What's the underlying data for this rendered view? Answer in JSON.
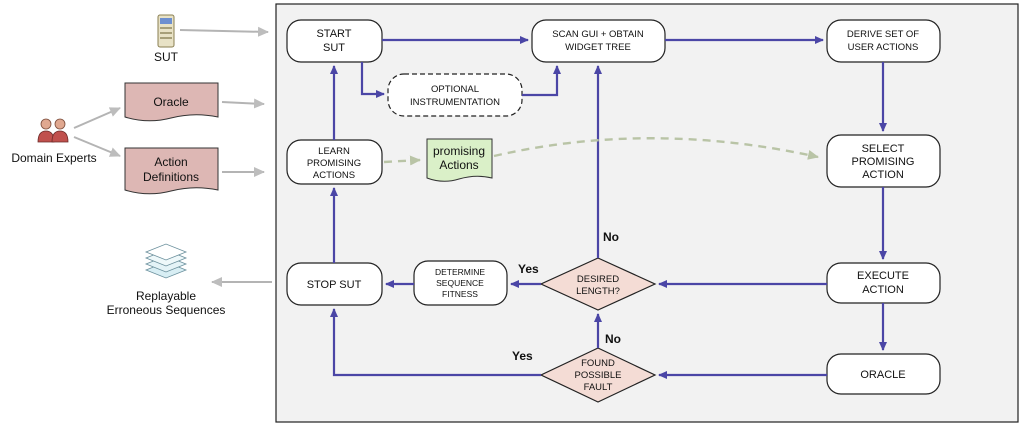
{
  "nodes": {
    "start_sut": [
      "START",
      "SUT"
    ],
    "scan_gui": [
      "SCAN GUI + OBTAIN",
      "WIDGET TREE"
    ],
    "derive_actions": [
      "DERIVE SET OF",
      "USER ACTIONS"
    ],
    "optional_instrumentation": [
      "OPTIONAL",
      "INSTRUMENTATION"
    ],
    "learn_promising": [
      "LEARN",
      "PROMISING",
      "ACTIONS"
    ],
    "select_promising": [
      "SELECT",
      "PROMISING",
      "ACTION"
    ],
    "stop_sut": [
      "STOP SUT"
    ],
    "determine_fitness": [
      "DETERMINE",
      "SEQUENCE",
      "FITNESS"
    ],
    "desired_length": [
      "DESIRED",
      "LENGTH?"
    ],
    "execute_action": [
      "EXECUTE",
      "ACTION"
    ],
    "found_fault": [
      "FOUND",
      "POSSIBLE",
      "FAULT"
    ],
    "oracle_step": [
      "ORACLE"
    ]
  },
  "inputs": {
    "sut": "SUT",
    "oracle": "Oracle",
    "action_definitions": [
      "Action",
      "Definitions"
    ],
    "domain_experts": "Domain Experts",
    "promising_actions": [
      "promising",
      "Actions"
    ],
    "replayable": [
      "Replayable",
      "Erroneous Sequences"
    ]
  },
  "annotations": {
    "no_upper": "No",
    "yes_upper": "Yes",
    "no_lower": "No",
    "yes_lower": "Yes"
  },
  "colors": {
    "flow": "#4b46a6",
    "panel": "#f2f2f2",
    "doc_pink": "#ddb7b4",
    "doc_green": "#daf0c8",
    "diamond": "#f4dcd5"
  }
}
